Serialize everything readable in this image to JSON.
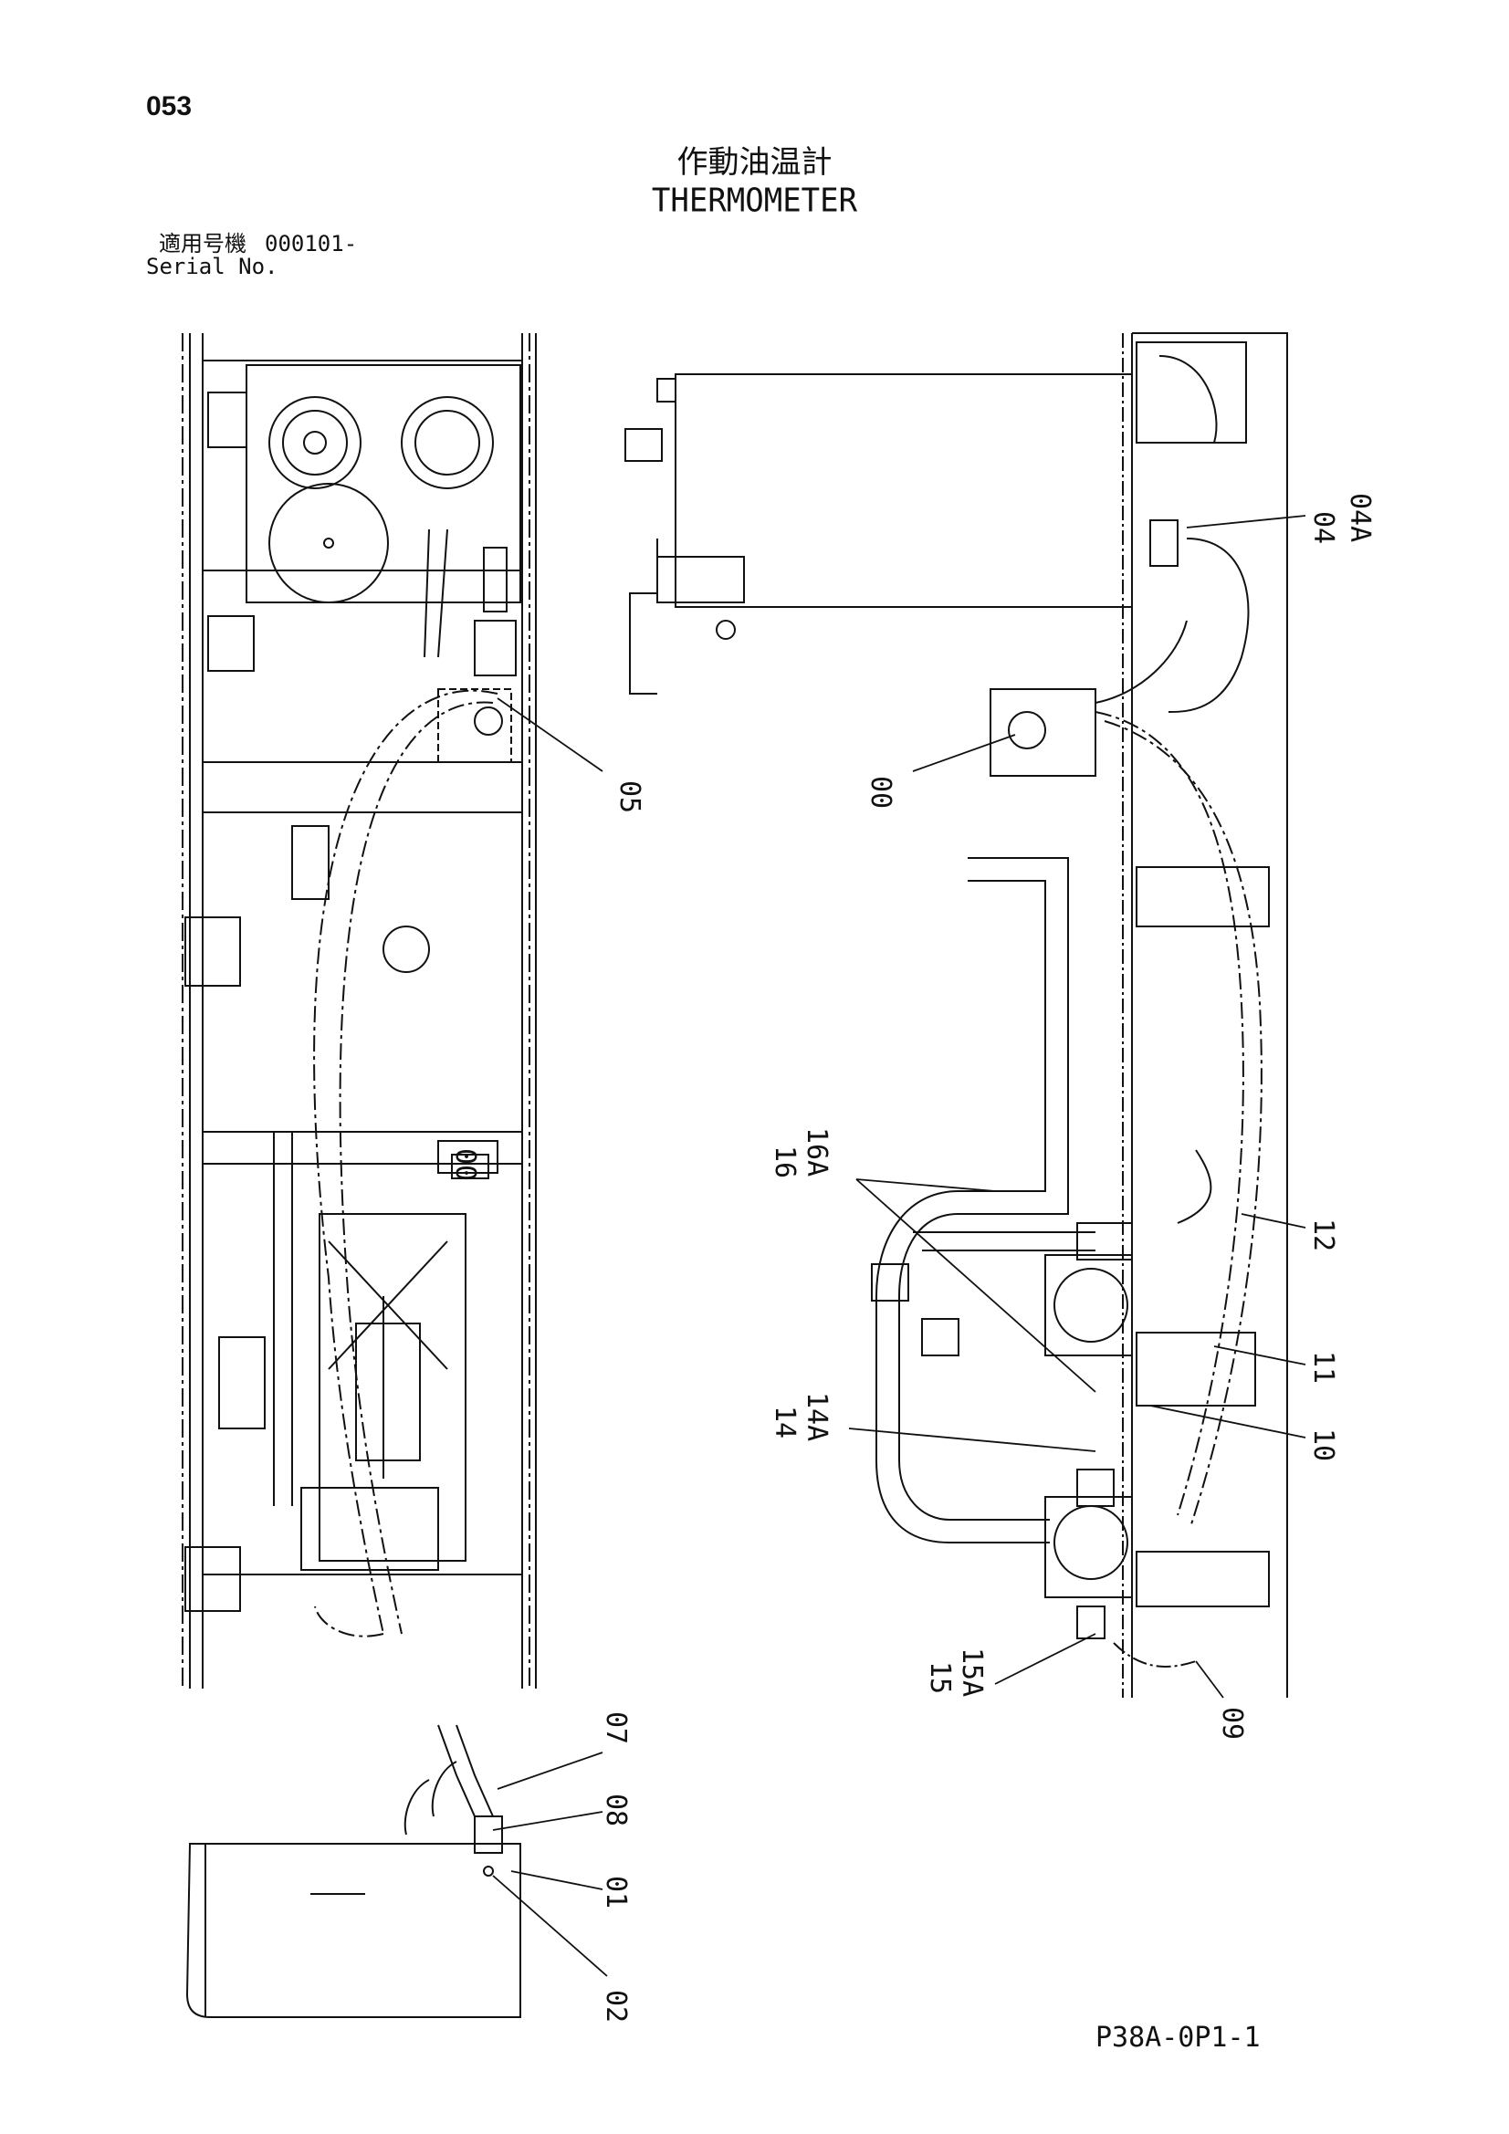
{
  "header": {
    "page_number": "053",
    "title_jp": "作動油温計",
    "title_en": "THERMOMETER",
    "serial_label_jp": "適用号機",
    "serial_value": "000101-",
    "serial_label_en": "Serial No."
  },
  "callouts": {
    "c04": "04",
    "c04a": "04A",
    "c05": "05",
    "c00": "00",
    "c16": "16",
    "c16a": "16A",
    "c12": "12",
    "c11": "11",
    "c10": "10",
    "c14": "14",
    "c14a": "14A",
    "c15": "15",
    "c15a": "15A",
    "c09": "09",
    "c07": "07",
    "c08": "08",
    "c01": "01",
    "c02": "02",
    "c00_left": "00"
  },
  "footer": {
    "drawing_code": "P38A-0P1-1"
  }
}
